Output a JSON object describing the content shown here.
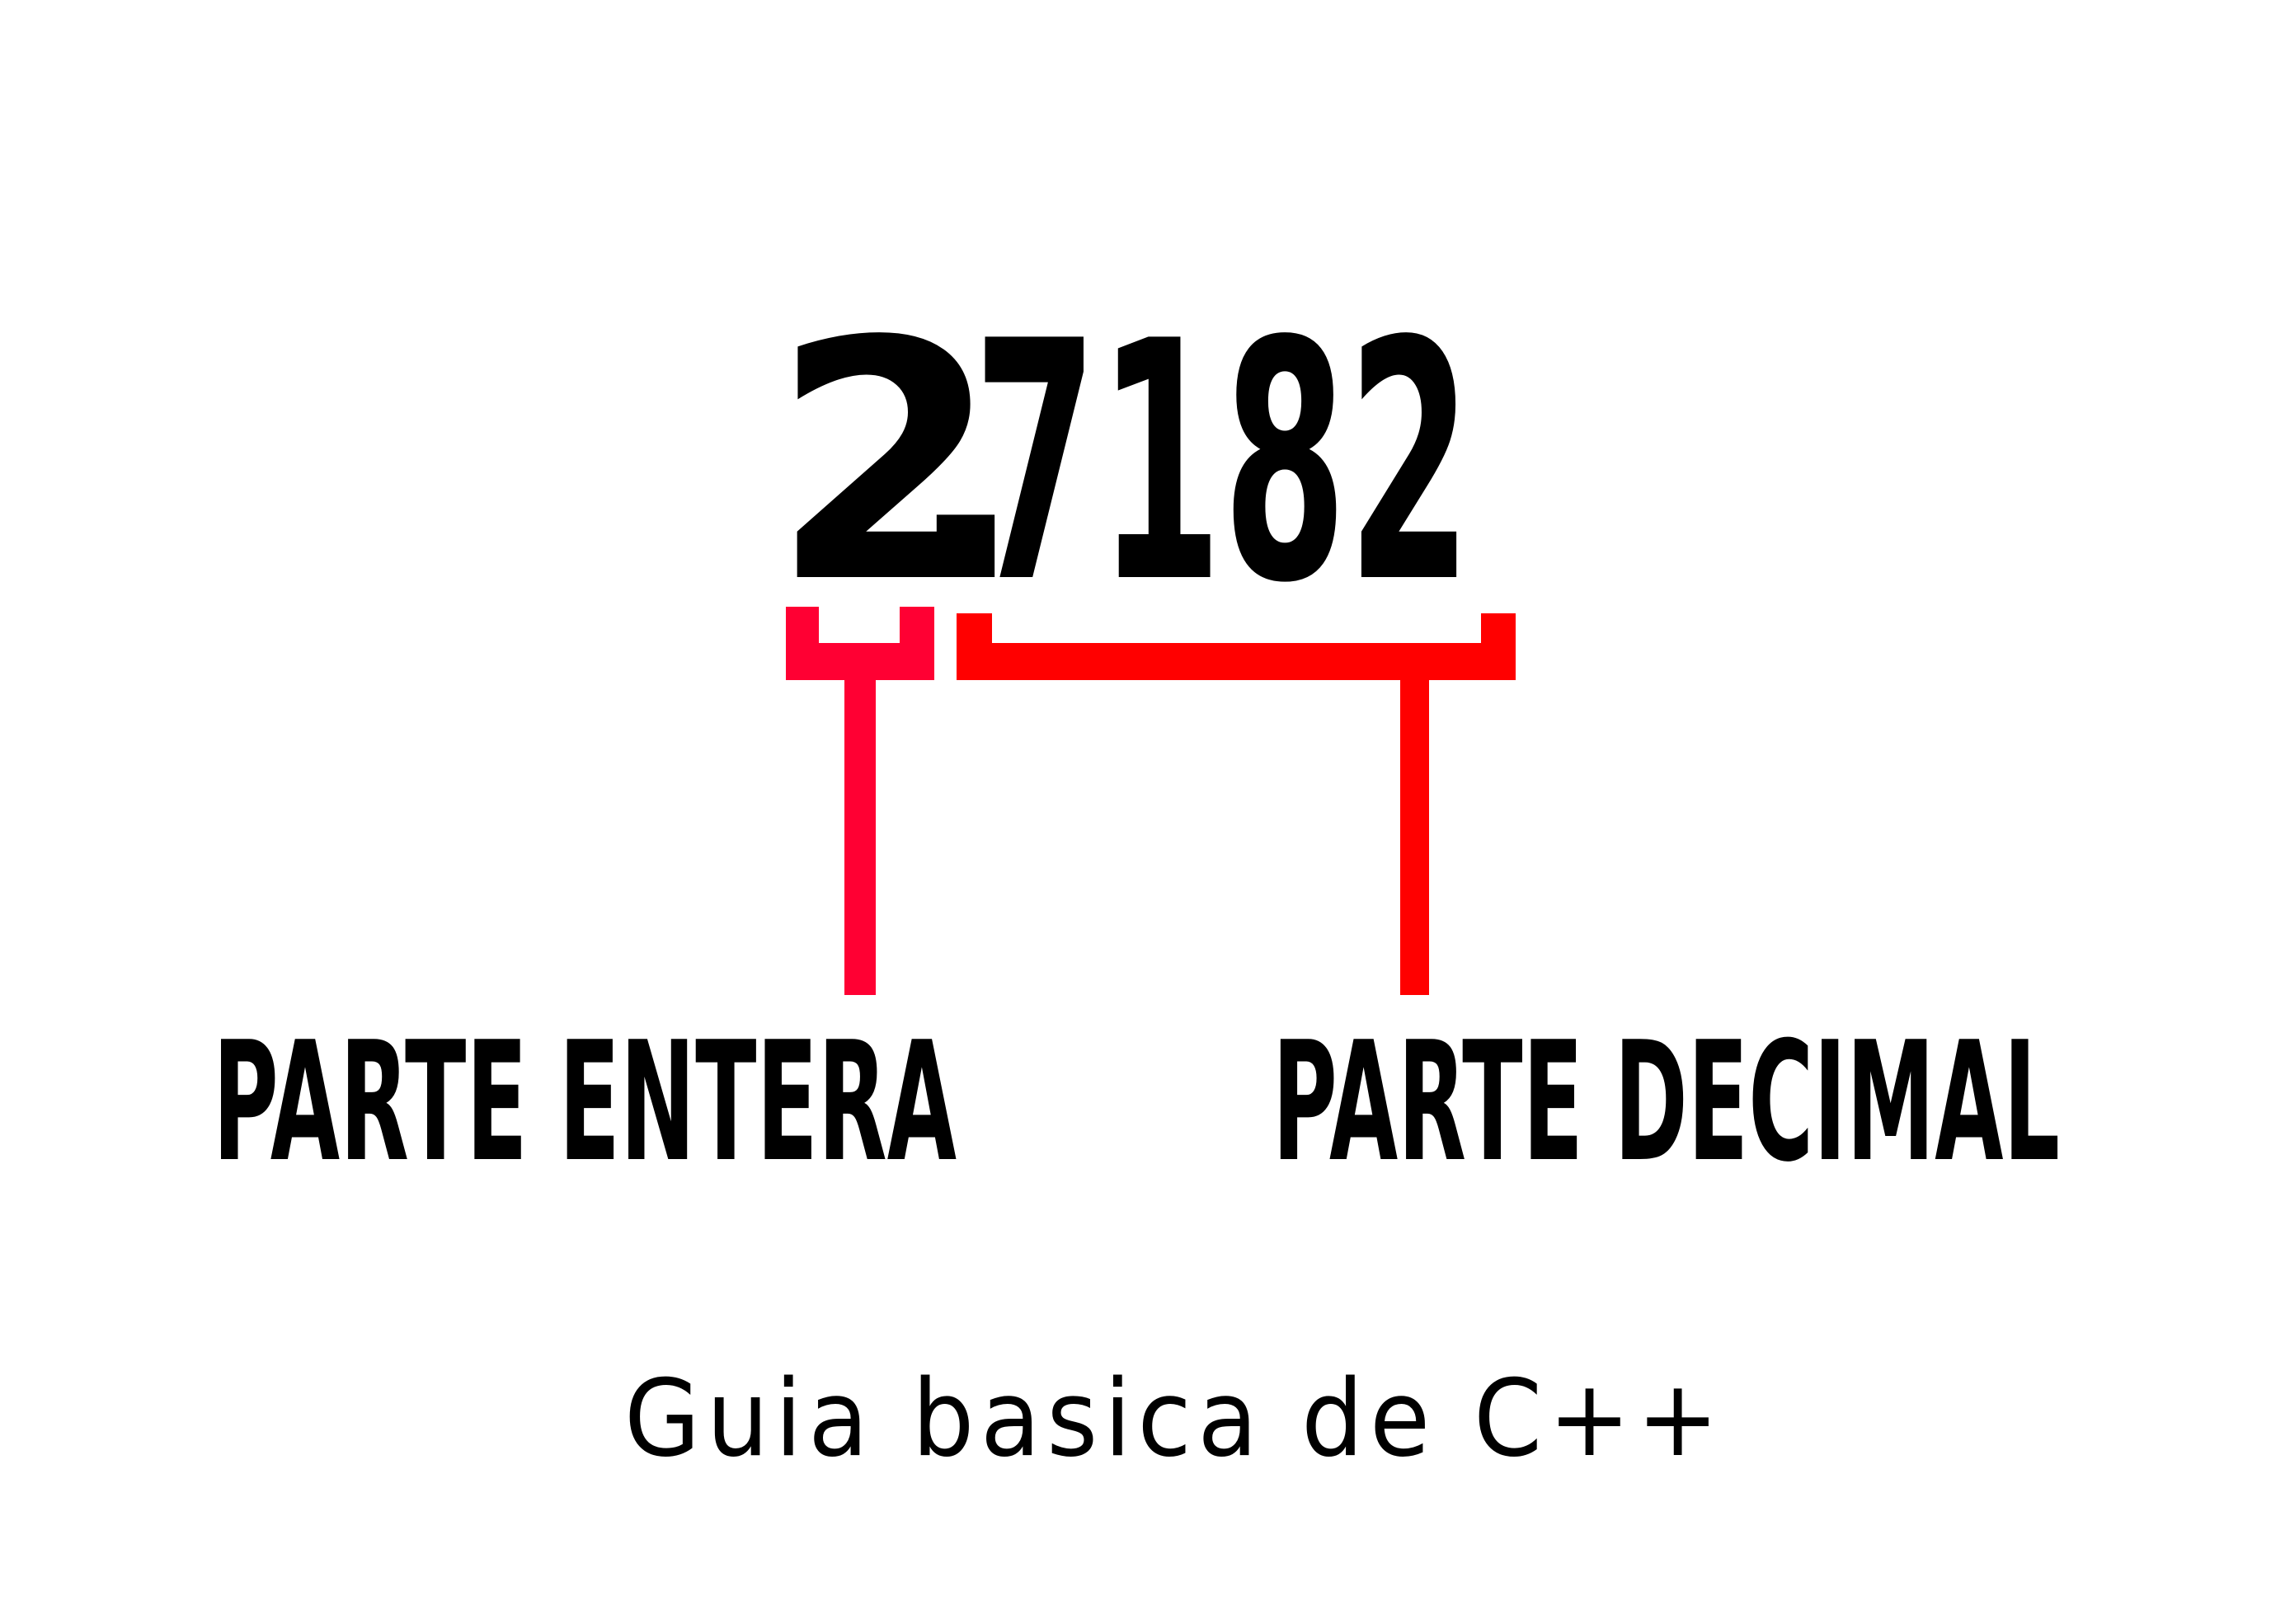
{
  "number": {
    "full": "2.7182",
    "integer_part": "2",
    "decimal_point": ".",
    "decimal_part": "7182"
  },
  "labels": {
    "integer": "PARTE ENTERA",
    "decimal": "PARTE DECIMAL"
  },
  "footer": "Guia basica de C++",
  "colors": {
    "text": "#000000",
    "bracket_integer": "#ff0033",
    "bracket_decimal": "#ff0000",
    "background": "#ffffff"
  }
}
